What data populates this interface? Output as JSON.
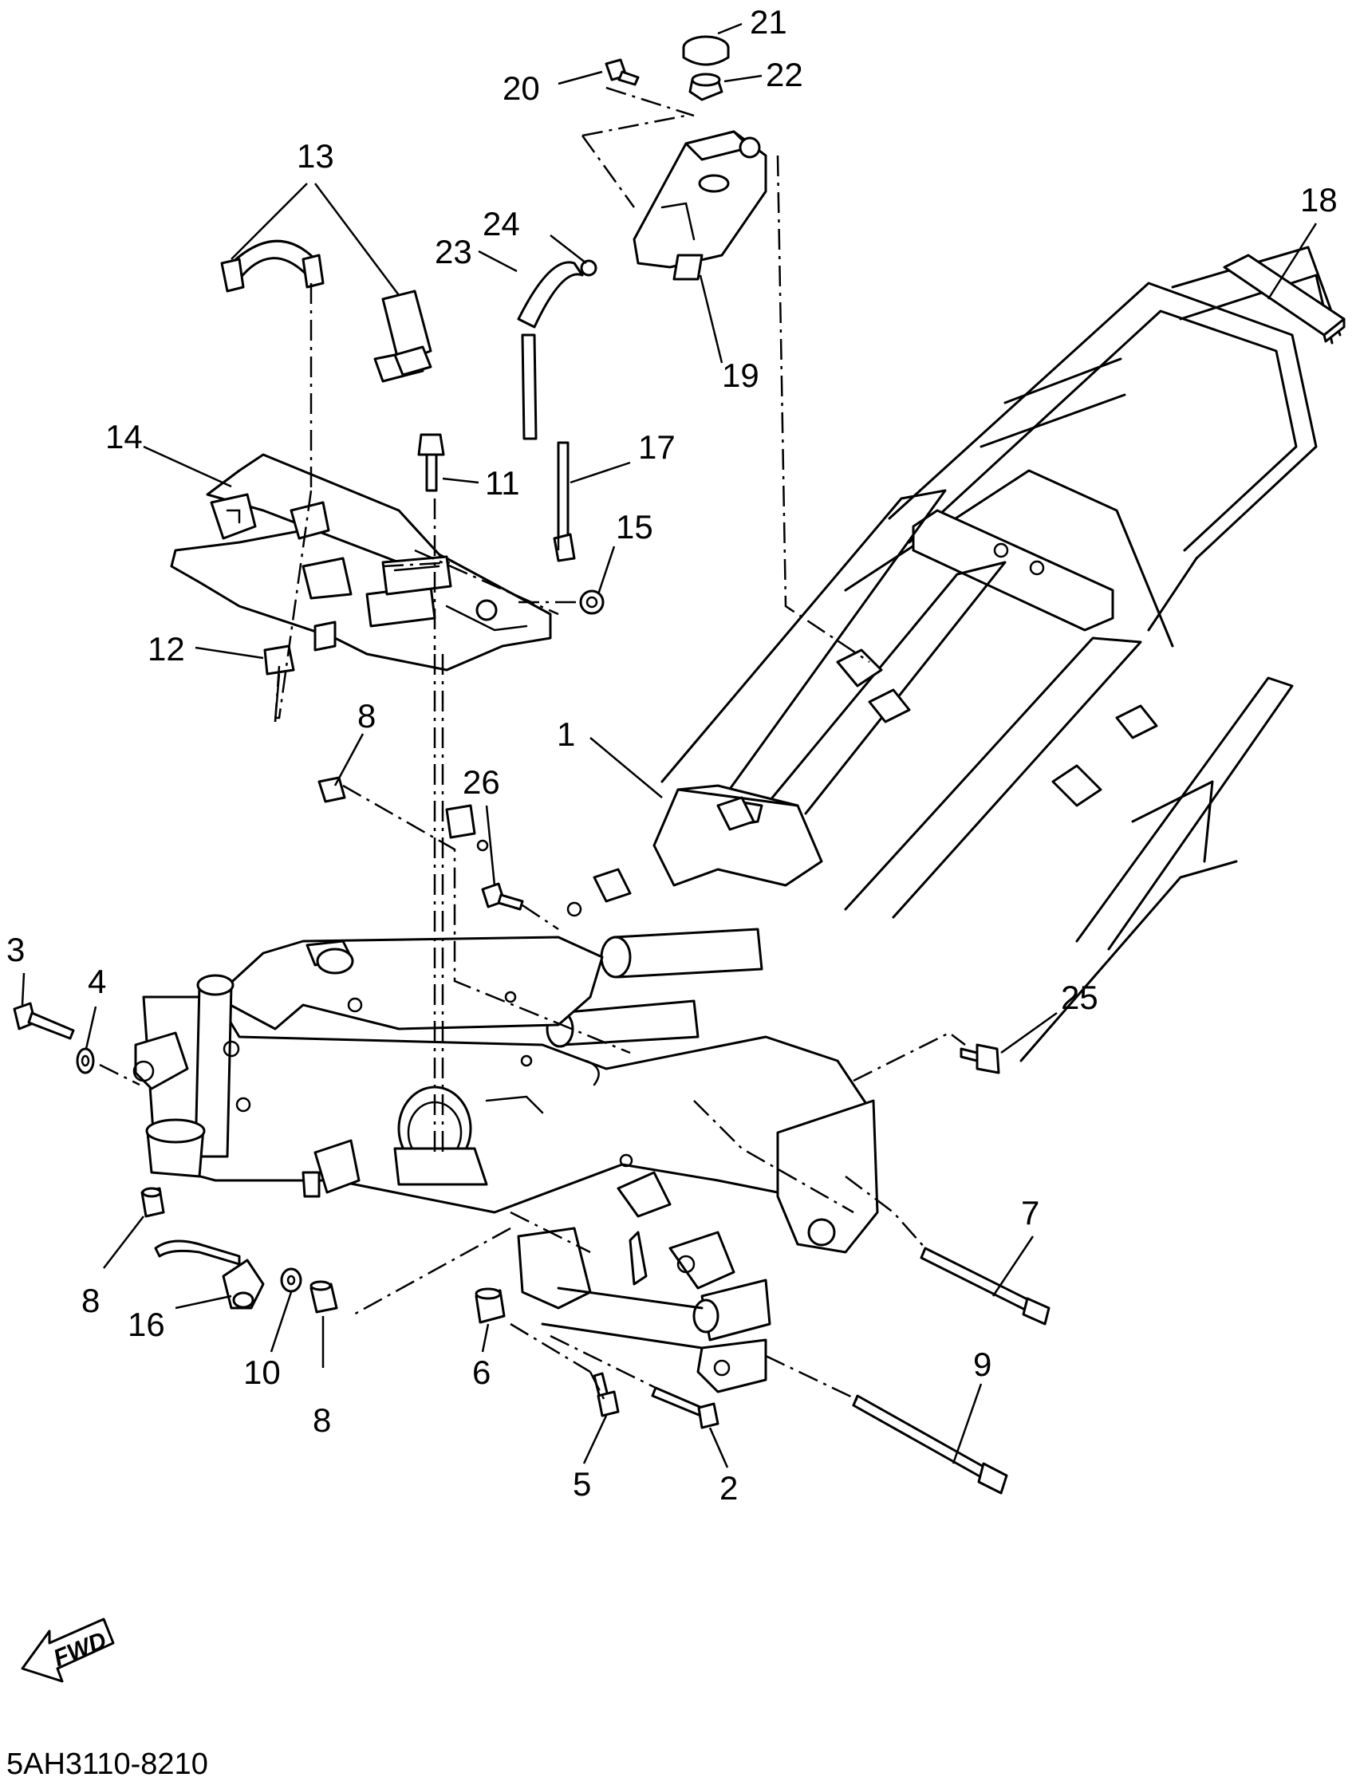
{
  "diagram": {
    "code": "5AH3110-8210",
    "direction_label": "FWD"
  },
  "callouts": [
    {
      "id": "c1",
      "text": "1"
    },
    {
      "id": "c2",
      "text": "2"
    },
    {
      "id": "c3",
      "text": "3"
    },
    {
      "id": "c4",
      "text": "4"
    },
    {
      "id": "c5",
      "text": "5"
    },
    {
      "id": "c6",
      "text": "6"
    },
    {
      "id": "c7",
      "text": "7"
    },
    {
      "id": "c8a",
      "text": "8"
    },
    {
      "id": "c8b",
      "text": "8"
    },
    {
      "id": "c8c",
      "text": "8"
    },
    {
      "id": "c9",
      "text": "9"
    },
    {
      "id": "c10",
      "text": "10"
    },
    {
      "id": "c11",
      "text": "11"
    },
    {
      "id": "c12",
      "text": "12"
    },
    {
      "id": "c13",
      "text": "13"
    },
    {
      "id": "c14",
      "text": "14"
    },
    {
      "id": "c15",
      "text": "15"
    },
    {
      "id": "c16",
      "text": "16"
    },
    {
      "id": "c17",
      "text": "17"
    },
    {
      "id": "c18",
      "text": "18"
    },
    {
      "id": "c19",
      "text": "19"
    },
    {
      "id": "c20",
      "text": "20"
    },
    {
      "id": "c21",
      "text": "21"
    },
    {
      "id": "c22",
      "text": "22"
    },
    {
      "id": "c23",
      "text": "23"
    },
    {
      "id": "c24",
      "text": "24"
    },
    {
      "id": "c25",
      "text": "25"
    },
    {
      "id": "c26",
      "text": "26"
    }
  ]
}
